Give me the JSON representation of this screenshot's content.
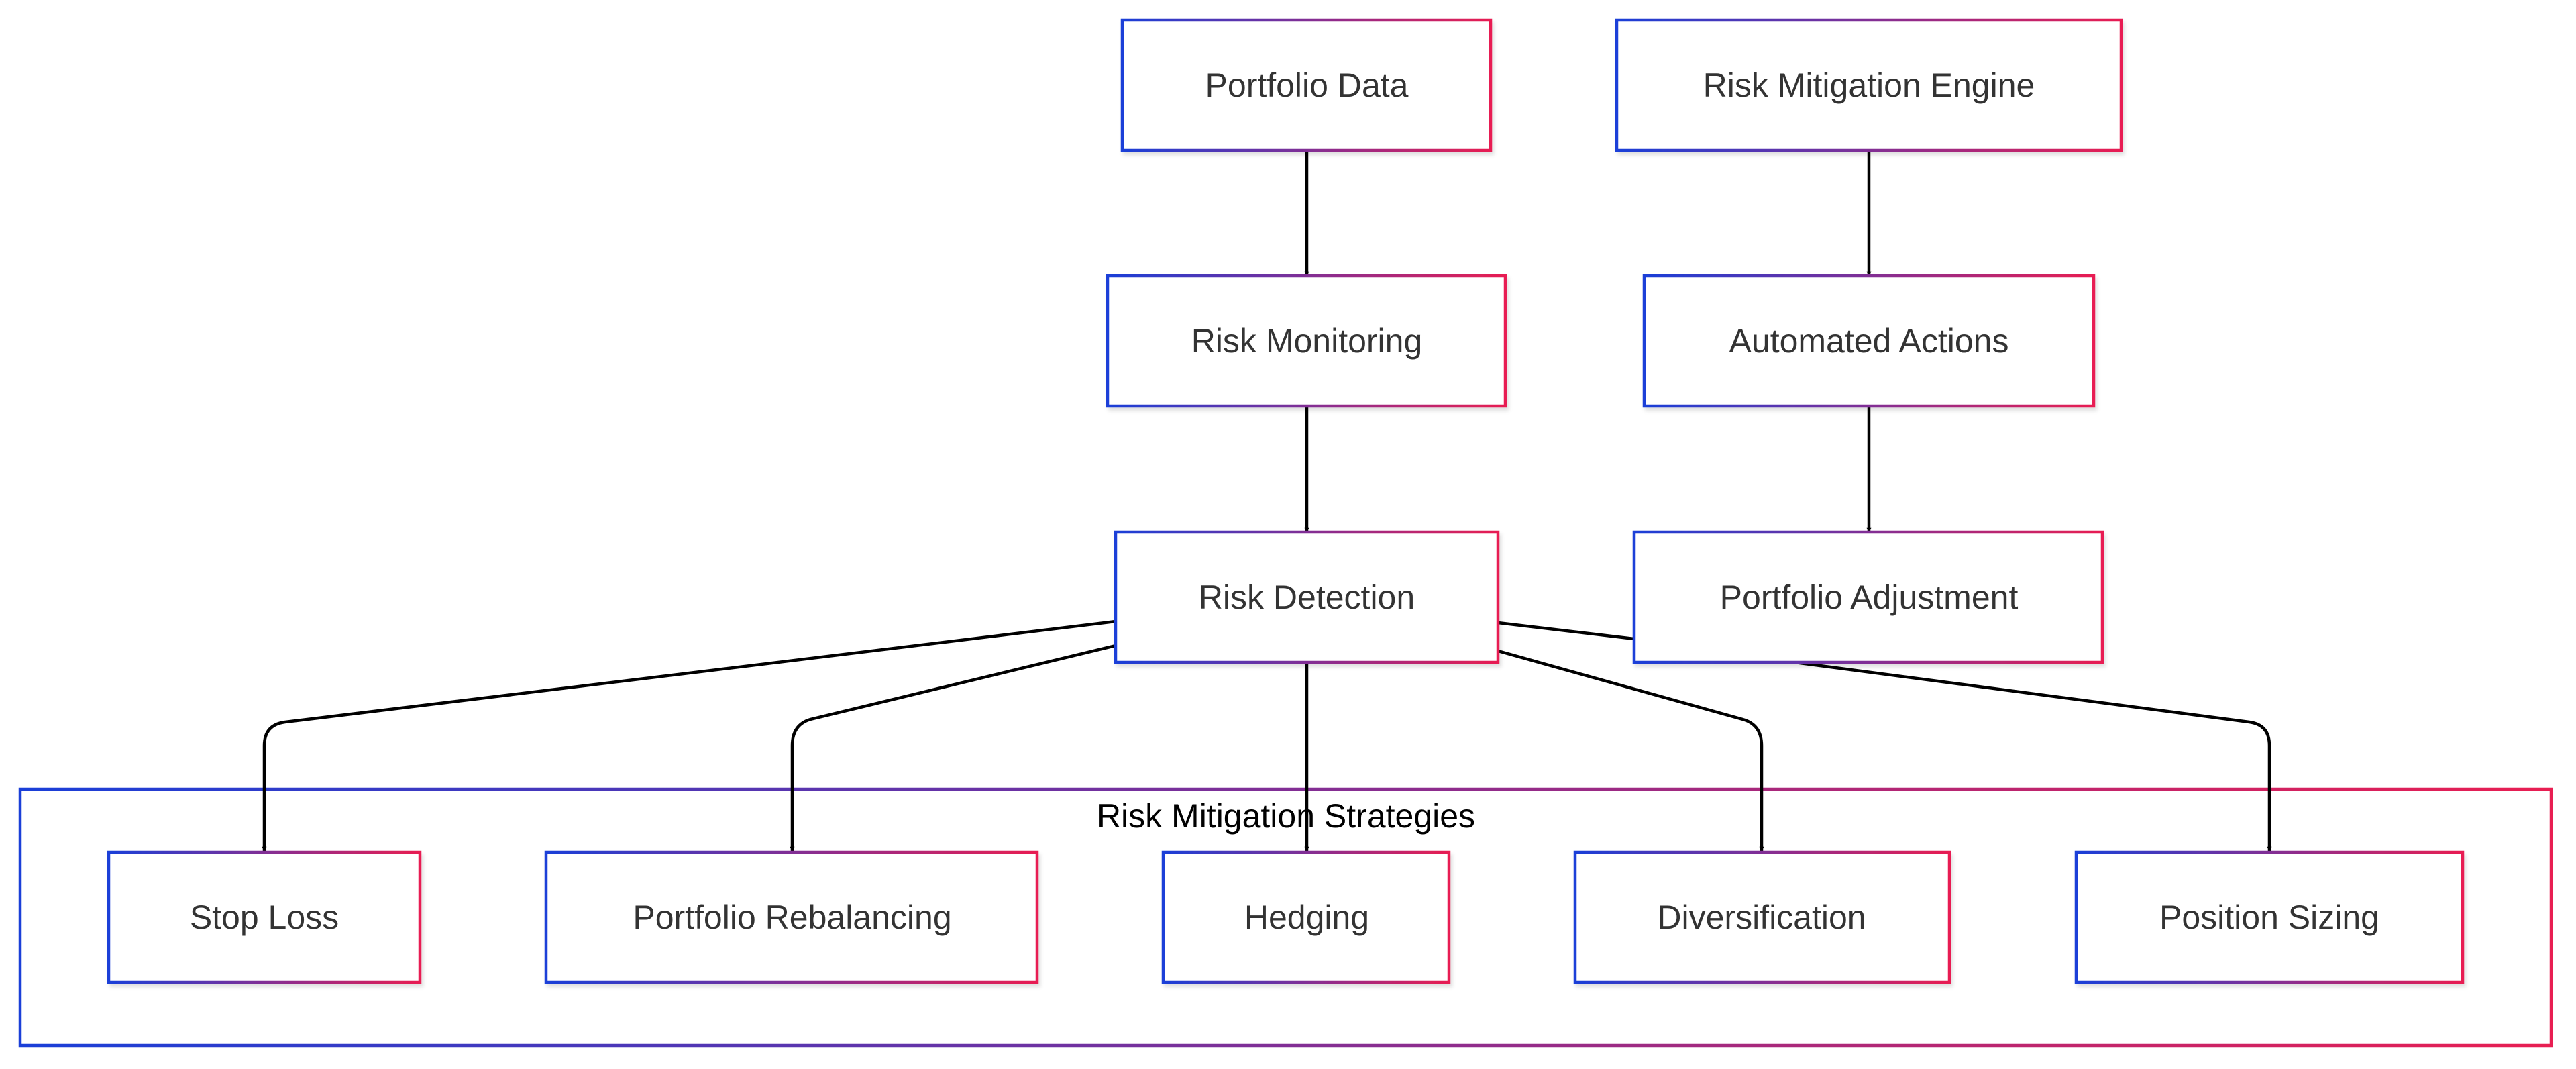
{
  "colors": {
    "border_start": "#1a3fd8",
    "border_end": "#e81e52",
    "edge": "#000000",
    "text": "#333333"
  },
  "diagram": {
    "cluster": {
      "label": "Risk Mitigation Strategies"
    },
    "nodes": [
      {
        "id": "portfolio-data",
        "label": "Portfolio Data"
      },
      {
        "id": "risk-monitoring",
        "label": "Risk Monitoring"
      },
      {
        "id": "risk-detection",
        "label": "Risk Detection"
      },
      {
        "id": "risk-mitigation-engine",
        "label": "Risk Mitigation Engine"
      },
      {
        "id": "automated-actions",
        "label": "Automated Actions"
      },
      {
        "id": "portfolio-adjustment",
        "label": "Portfolio Adjustment"
      },
      {
        "id": "stop-loss",
        "label": "Stop Loss"
      },
      {
        "id": "portfolio-rebalancing",
        "label": "Portfolio Rebalancing"
      },
      {
        "id": "hedging",
        "label": "Hedging"
      },
      {
        "id": "diversification",
        "label": "Diversification"
      },
      {
        "id": "position-sizing",
        "label": "Position Sizing"
      }
    ],
    "edges": [
      {
        "from": "portfolio-data",
        "to": "risk-monitoring"
      },
      {
        "from": "risk-monitoring",
        "to": "risk-detection"
      },
      {
        "from": "risk-mitigation-engine",
        "to": "automated-actions"
      },
      {
        "from": "automated-actions",
        "to": "portfolio-adjustment"
      },
      {
        "from": "risk-detection",
        "to": "stop-loss"
      },
      {
        "from": "risk-detection",
        "to": "portfolio-rebalancing"
      },
      {
        "from": "risk-detection",
        "to": "hedging"
      },
      {
        "from": "risk-detection",
        "to": "diversification"
      },
      {
        "from": "risk-detection",
        "to": "position-sizing"
      }
    ]
  }
}
